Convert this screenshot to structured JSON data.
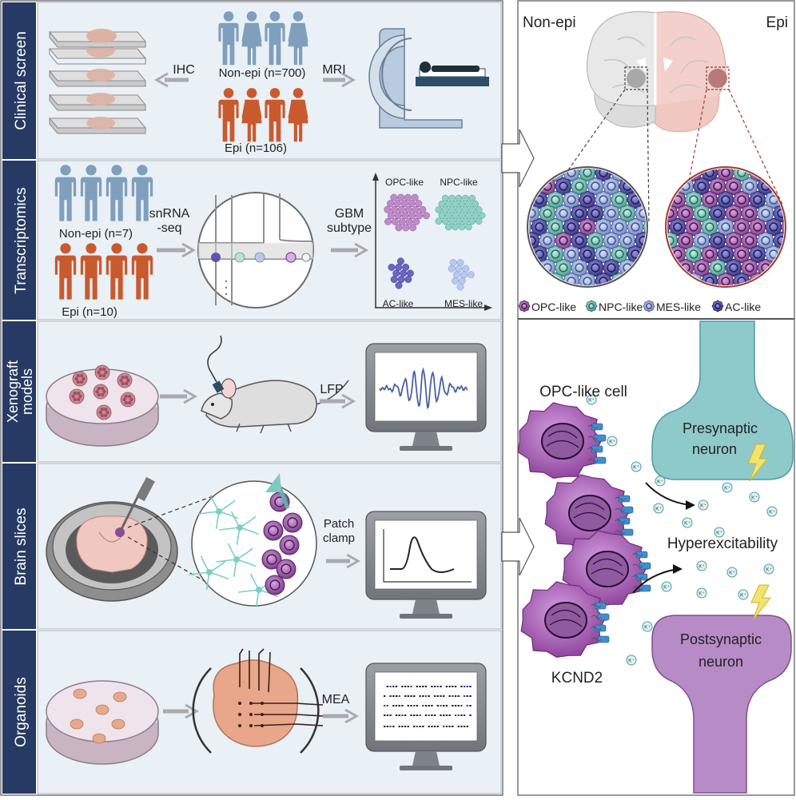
{
  "sections": {
    "clinical": "Clinical screen",
    "transcriptomics": "Transcriptomics",
    "xenograft_line1": "Xenograft",
    "xenograft_line2": "models",
    "brain_slices": "Brain slices",
    "organoids": "Organoids"
  },
  "clinical": {
    "nonepi_label": "Non-epi (n=700)",
    "epi_label": "Epi (n=106)",
    "ihc": "IHC",
    "mri": "MRI"
  },
  "transcriptomics": {
    "nonepi_label": "Non-epi (n=7)",
    "epi_label": "Epi (n=10)",
    "snrna_line1": "snRNA",
    "snrna_line2": "-seq",
    "gbm_line1": "GBM",
    "gbm_line2": "subtype",
    "opc": "OPC-like",
    "npc": "NPC-like",
    "ac": "AC-like",
    "mes": "MES-like"
  },
  "xenograft": {
    "lfp": "LFP"
  },
  "slices": {
    "patch_line1": "Patch",
    "patch_line2": "clamp"
  },
  "organoids": {
    "mea": "MEA"
  },
  "right_top": {
    "nonepi": "Non-epi",
    "epi": "Epi",
    "legend": [
      "OPC-like",
      "NPC-like",
      "MES-like",
      "AC-like"
    ]
  },
  "right_bottom": {
    "opc_cell": "OPC-like cell",
    "presyn_line1": "Presynaptic",
    "presyn_line2": "neuron",
    "hyper": "Hyperexcitability",
    "postsyn_line1": "Postsynaptic",
    "postsyn_line2": "neuron",
    "kcnd2": "KCND2",
    "k_ion": "K⁺"
  },
  "colors": {
    "sidebar": "#263a63",
    "panel_bg": "#e9f0f6",
    "nonepi_people": "#7f9fbc",
    "epi_people": "#c95a2e",
    "opc": "#9b4fa6",
    "npc": "#6dbcb0",
    "mes": "#8fa6d8",
    "ac": "#4f4ba2",
    "presyn": "#8fcacb",
    "postsyn": "#b78cc6"
  }
}
